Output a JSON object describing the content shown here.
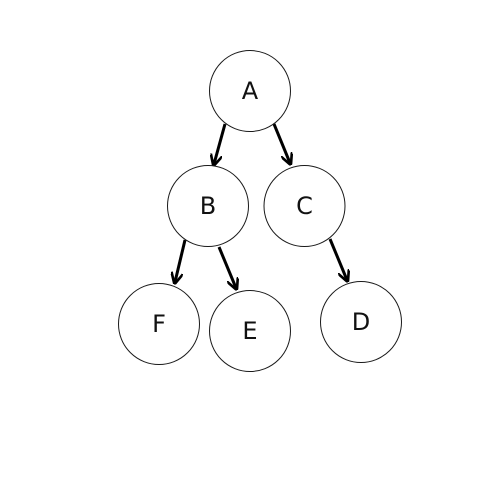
{
  "diagram": {
    "type": "tree",
    "nodes": [
      {
        "id": "A",
        "label": "A"
      },
      {
        "id": "B",
        "label": "B"
      },
      {
        "id": "C",
        "label": "C"
      },
      {
        "id": "F",
        "label": "F"
      },
      {
        "id": "E",
        "label": "E"
      },
      {
        "id": "D",
        "label": "D"
      }
    ],
    "edges": [
      {
        "from": "A",
        "to": "B"
      },
      {
        "from": "A",
        "to": "C"
      },
      {
        "from": "B",
        "to": "F"
      },
      {
        "from": "B",
        "to": "E"
      },
      {
        "from": "C",
        "to": "D"
      }
    ],
    "colors": {
      "node_fill": "#ffffff",
      "node_stroke": "#1a1a1a",
      "edge": "#000000",
      "text": "#111111"
    }
  }
}
